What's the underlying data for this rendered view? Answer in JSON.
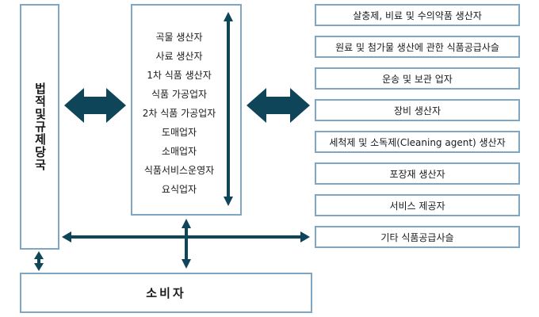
{
  "authority": {
    "label": "법적및규제당국"
  },
  "chain": {
    "items": [
      "곡물 생산자",
      "사료 생산자",
      "1차 식품 생산자",
      "식품 가공업자",
      "2차 식품 가공업자",
      "도매업자",
      "소매업자",
      "식품서비스운영자",
      "요식업자"
    ]
  },
  "suppliers": {
    "items": [
      "살충제, 비료 및 수의약품 생산자",
      "원료 및 첨가물 생산에 관한 식품공급사슬",
      "운송 및 보관 업자",
      "장비 생산자",
      "세척제 및 소독제(Cleaning agent) 생산자",
      "포장재 생산자",
      "서비스 제공자",
      "기타 식품공급사슬"
    ]
  },
  "consumer": {
    "label": "소비자"
  },
  "colors": {
    "arrow": "#0e4558",
    "border": "#7fa7c4"
  }
}
